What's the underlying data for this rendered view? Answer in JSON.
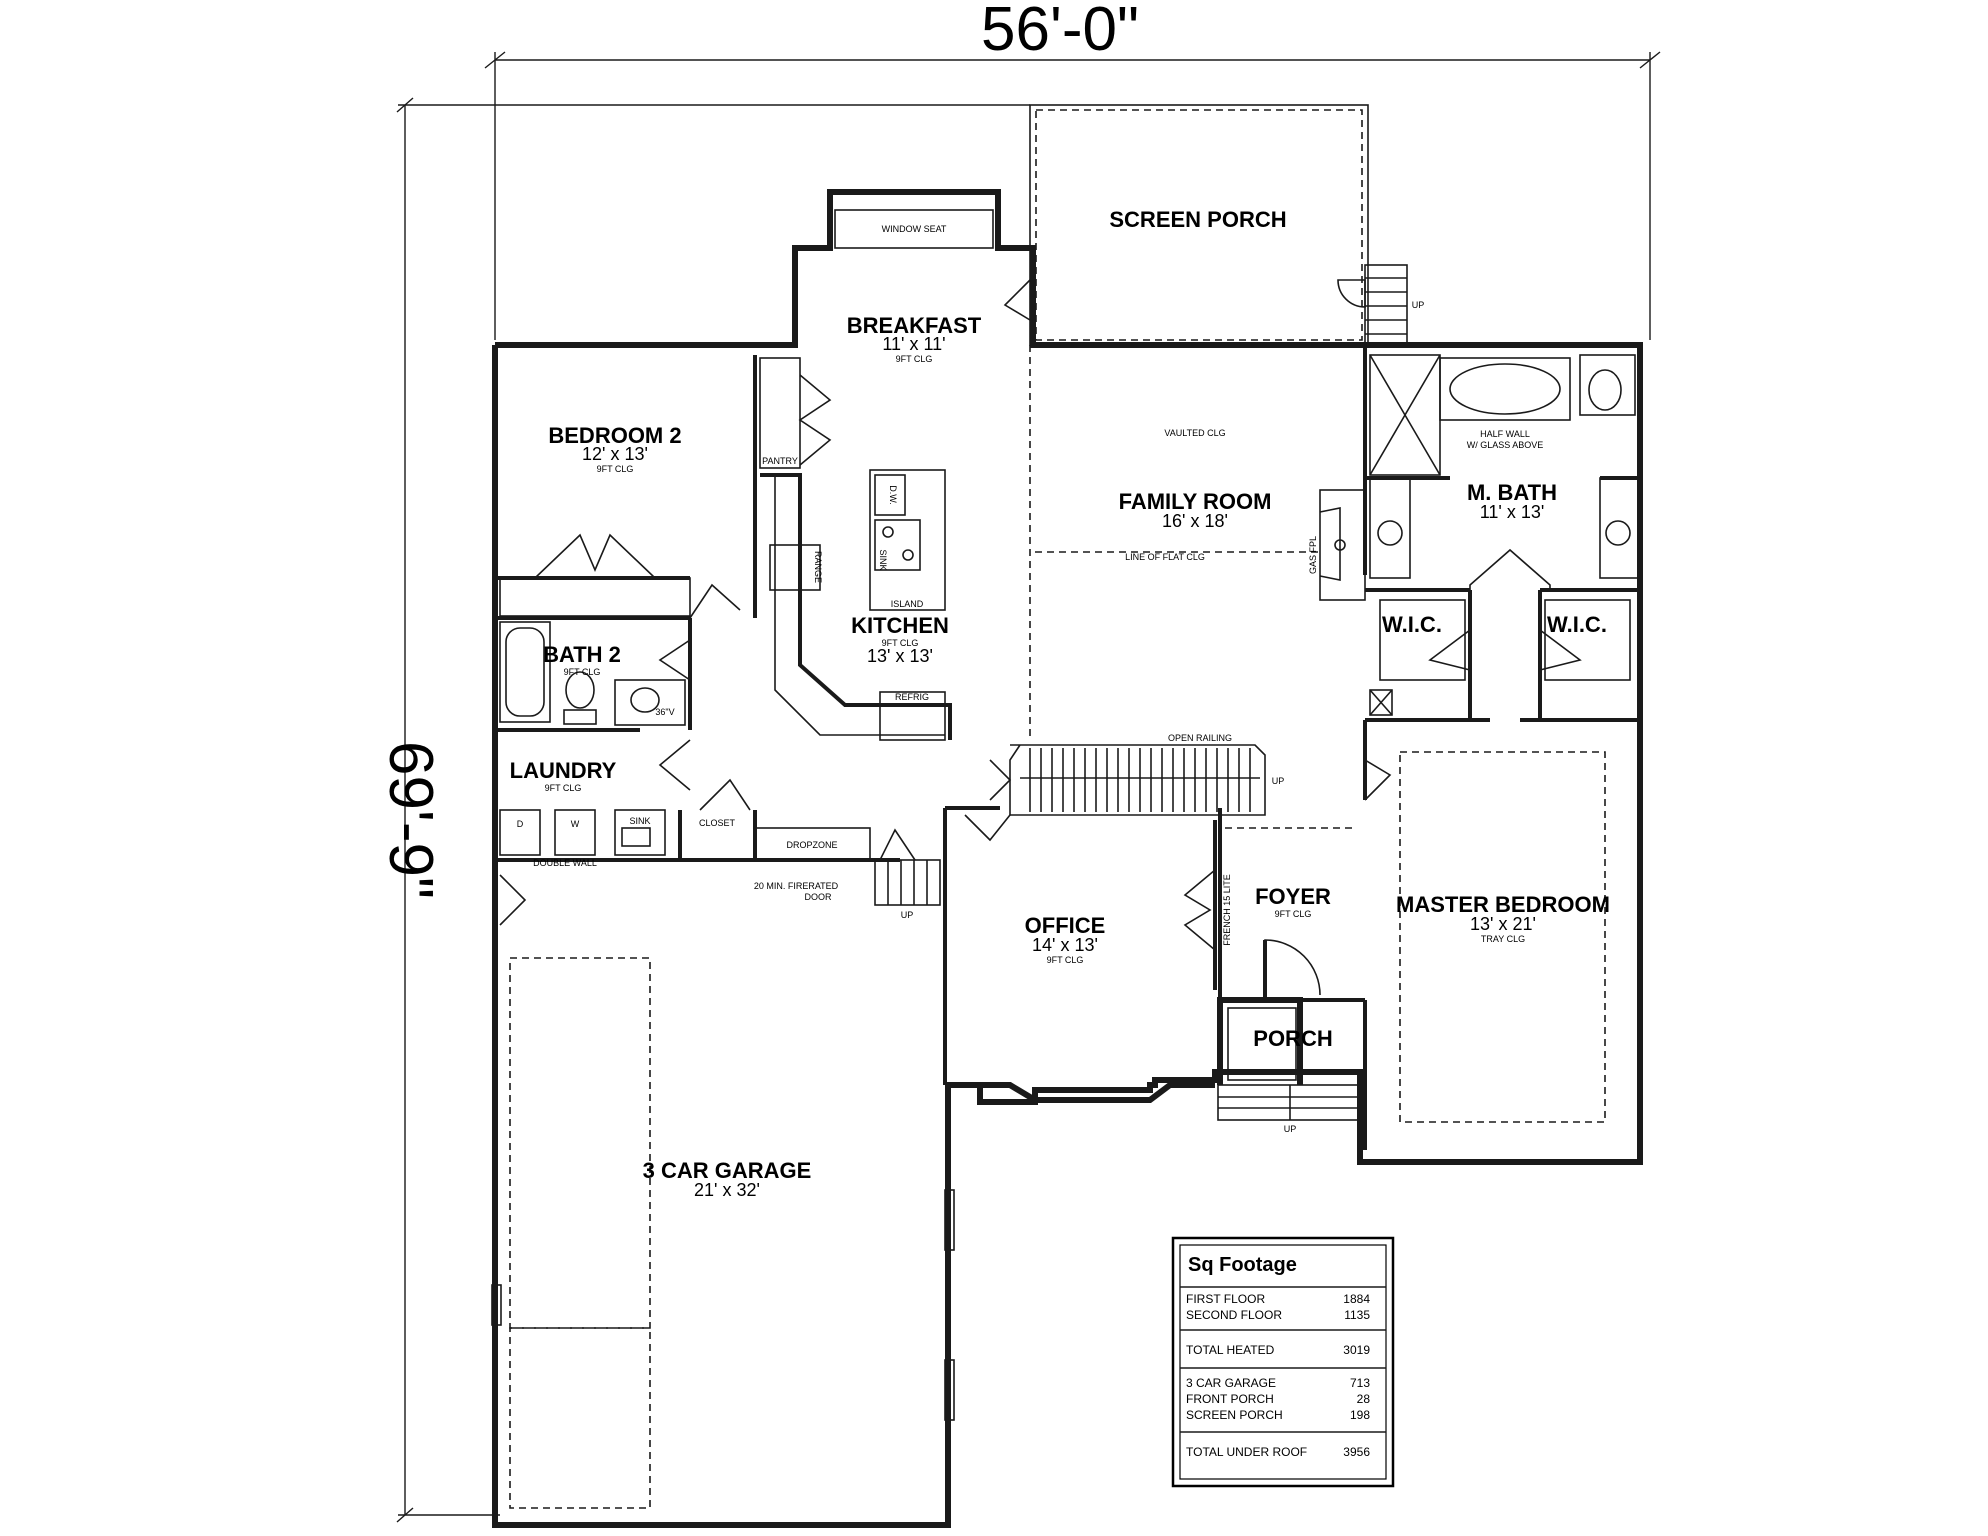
{
  "dimensions": {
    "width_label": "56'-0\"",
    "depth_label": "69'-9\""
  },
  "rooms": {
    "screen_porch": {
      "name": "SCREEN PORCH"
    },
    "breakfast": {
      "name": "BREAKFAST",
      "size": "11' x 11'",
      "ceiling": "9FT CLG"
    },
    "window_seat": "WINDOW SEAT",
    "bedroom2": {
      "name": "BEDROOM 2",
      "size": "12' x 13'",
      "ceiling": "9FT CLG"
    },
    "pantry": "PANTRY",
    "family_room": {
      "name": "FAMILY ROOM",
      "size": "16' x 18'",
      "ceiling": "VAULTED CLG",
      "flat_line": "LINE OF FLAT CLG",
      "fireplace": "GAS FPL"
    },
    "mbath": {
      "name": "M. BATH",
      "size": "11' x 13'",
      "half_wall_1": "HALF WALL",
      "half_wall_2": "W/ GLASS ABOVE"
    },
    "kitchen": {
      "name": "KITCHEN",
      "size": "13' x 13'",
      "ceiling": "9FT CLG",
      "island": "ISLAND",
      "dw": "D.W.",
      "sink": "SINK",
      "range": "RANGE",
      "refrig": "REFRIG"
    },
    "bath2": {
      "name": "BATH 2",
      "ceiling": "9FT CLG",
      "vanity": "36\"V"
    },
    "wic_left": "W.I.C.",
    "wic_right": "W.I.C.",
    "laundry": {
      "name": "LAUNDRY",
      "ceiling": "9FT CLG",
      "dryer": "D",
      "washer": "W",
      "sink": "SINK",
      "double_wall": "DOUBLE WALL"
    },
    "closet": "CLOSET",
    "dropzone": "DROPZONE",
    "stairs": {
      "open_railing": "OPEN RAILING",
      "up": "UP"
    },
    "firerated_door_1": "20 MIN. FIRERATED",
    "firerated_door_2": "DOOR",
    "office": {
      "name": "OFFICE",
      "size": "14' x 13'",
      "ceiling": "9FT CLG"
    },
    "french_door": "FRENCH 15 LITE",
    "foyer": {
      "name": "FOYER",
      "ceiling": "9FT CLG"
    },
    "master_bedroom": {
      "name": "MASTER BEDROOM",
      "size": "13' x 21'",
      "ceiling": "TRAY CLG"
    },
    "porch": {
      "name": "PORCH"
    },
    "garage": {
      "name": "3 CAR GARAGE",
      "size": "21' x 32'"
    },
    "up": "UP"
  },
  "sq_footage": {
    "title": "Sq Footage",
    "rows": [
      {
        "label": "FIRST FLOOR",
        "value": "1884"
      },
      {
        "label": "SECOND FLOOR",
        "value": "1135"
      },
      {
        "label": "TOTAL HEATED",
        "value": "3019"
      },
      {
        "label": "3 CAR GARAGE",
        "value": "713"
      },
      {
        "label": "FRONT PORCH",
        "value": "28"
      },
      {
        "label": "SCREEN PORCH",
        "value": "198"
      },
      {
        "label": "TOTAL UNDER ROOF",
        "value": "3956"
      }
    ]
  }
}
